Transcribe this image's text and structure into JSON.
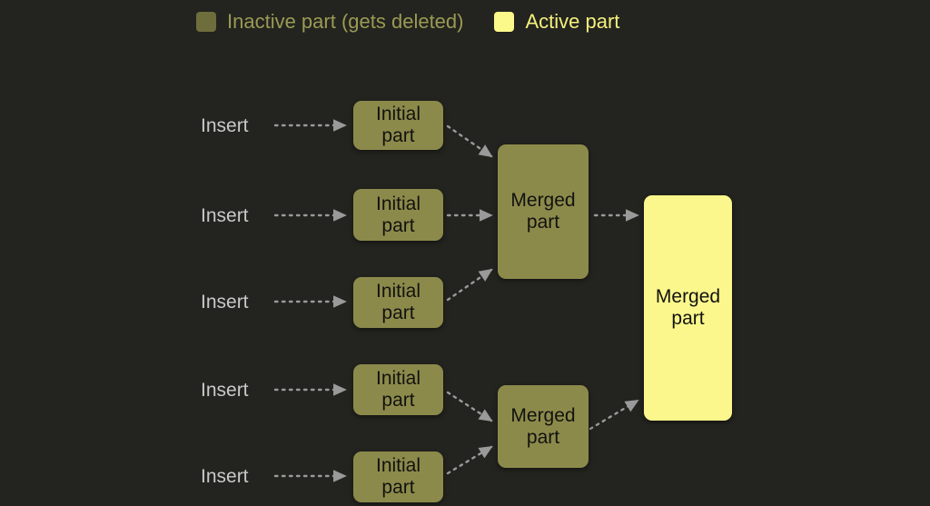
{
  "background_color": "#23231f",
  "legend": {
    "items": [
      {
        "label": "Inactive part (gets deleted)",
        "color": "#6e6d3c",
        "state": "inactive"
      },
      {
        "label": "Active part",
        "color": "#fcf98b",
        "state": "active"
      }
    ]
  },
  "diagram": {
    "insert_labels": [
      {
        "text": "Insert"
      },
      {
        "text": "Insert"
      },
      {
        "text": "Insert"
      },
      {
        "text": "Insert"
      },
      {
        "text": "Insert"
      }
    ],
    "initial_parts": [
      {
        "text": "Initial\npart",
        "state": "inactive"
      },
      {
        "text": "Initial\npart",
        "state": "inactive"
      },
      {
        "text": "Initial\npart",
        "state": "inactive"
      },
      {
        "text": "Initial\npart",
        "state": "inactive"
      },
      {
        "text": "Initial\npart",
        "state": "inactive"
      }
    ],
    "merged_parts": [
      {
        "text": "Merged\npart",
        "state": "inactive"
      },
      {
        "text": "Merged\npart",
        "state": "inactive"
      }
    ],
    "final_part": {
      "text": "Merged\npart",
      "state": "active"
    },
    "edge_color": "#9a9a9a",
    "edge_style": "dotted-arrow"
  }
}
